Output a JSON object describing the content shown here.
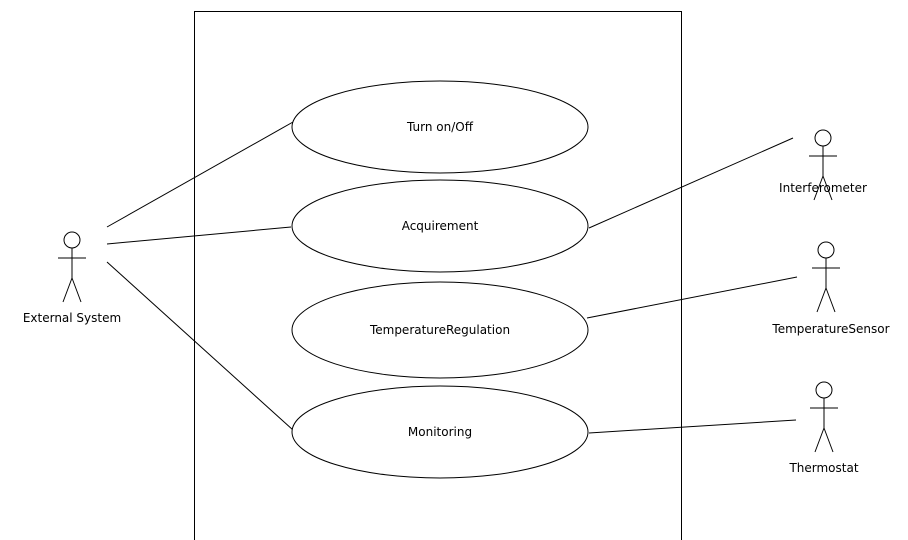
{
  "actors": [
    {
      "id": "external",
      "label": "External System"
    },
    {
      "id": "interferometer",
      "label": "Interferometer"
    },
    {
      "id": "tempsensor",
      "label": "TemperatureSensor"
    },
    {
      "id": "thermostat",
      "label": "Thermostat"
    }
  ],
  "use_cases": [
    {
      "id": "turnonoff",
      "label": "Turn on/Off"
    },
    {
      "id": "acquirement",
      "label": "Acquirement"
    },
    {
      "id": "tempreg",
      "label": "TemperatureRegulation"
    },
    {
      "id": "monitoring",
      "label": "Monitoring"
    }
  ],
  "associations": [
    {
      "from": "external",
      "to": "turnonoff"
    },
    {
      "from": "external",
      "to": "acquirement"
    },
    {
      "from": "external",
      "to": "monitoring"
    },
    {
      "from": "interferometer",
      "to": "acquirement"
    },
    {
      "from": "tempsensor",
      "to": "tempreg"
    },
    {
      "from": "thermostat",
      "to": "monitoring"
    }
  ],
  "colors": {
    "line": "#000000",
    "background": "#ffffff"
  }
}
